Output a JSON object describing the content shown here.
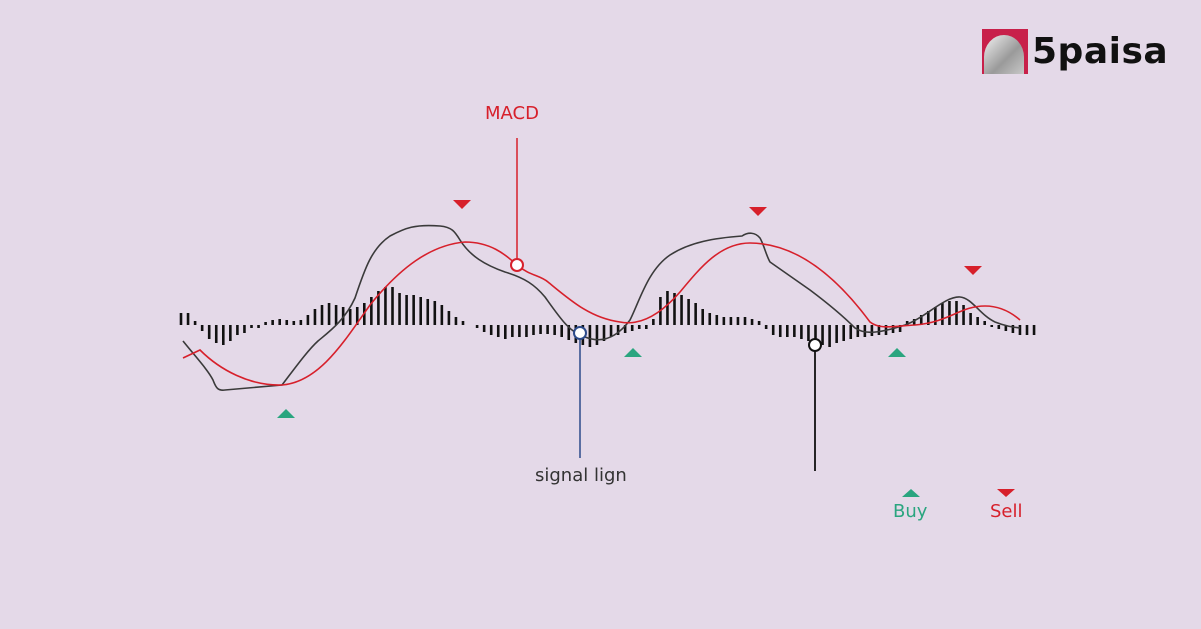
{
  "brand": {
    "name": "5paisa",
    "badge_color": "#c8204a"
  },
  "labels": {
    "macd": "MACD",
    "signal_line": "signal lign",
    "legend_buy": "Buy",
    "legend_sell": "Sell"
  },
  "colors": {
    "background": "#e4d9e8",
    "macd_line": "#d7202b",
    "price_line": "#3a3a3a",
    "histogram": "#111111",
    "buy": "#2aa57f",
    "sell": "#d7202b",
    "signal_pointer": "#2c4a8a"
  },
  "chart_data": {
    "type": "line",
    "title": "MACD indicator illustration",
    "series": [
      {
        "name": "MACD (red)",
        "color": "#d7202b"
      },
      {
        "name": "Signal line (dark)",
        "color": "#3a3a3a"
      },
      {
        "name": "Histogram",
        "color": "#111111"
      }
    ],
    "buy_signals_x": [
      286,
      633,
      897
    ],
    "sell_signals_x": [
      462,
      758,
      973
    ],
    "annotations": [
      "MACD",
      "signal lign"
    ],
    "legend": [
      "Buy",
      "Sell"
    ],
    "grid": false
  }
}
